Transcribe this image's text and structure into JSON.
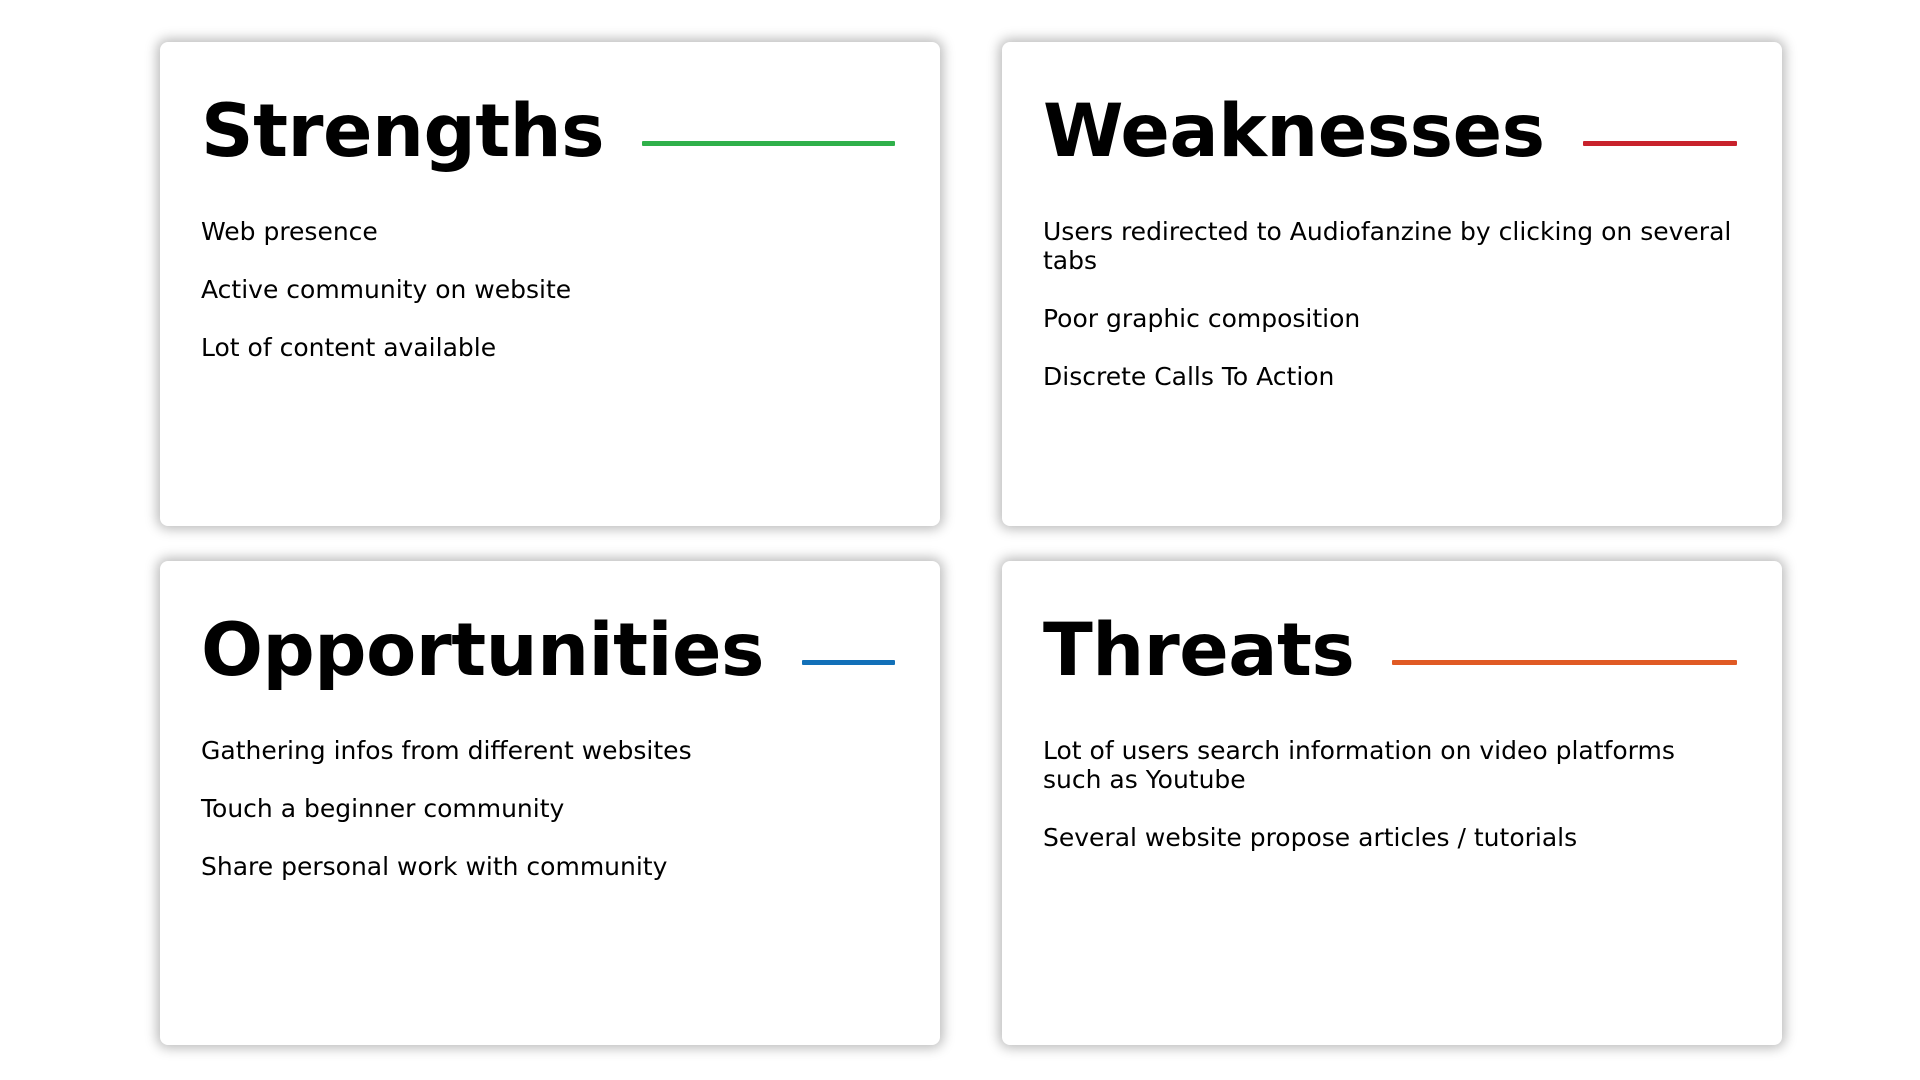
{
  "swot": [
    {
      "title": "Strengths",
      "accent_color": "#2fb04a",
      "items": [
        "Web presence",
        "Active community on website",
        "Lot of content available"
      ]
    },
    {
      "title": "Weaknesses",
      "accent_color": "#c8222c",
      "items": [
        "Users redirected to Audiofanzine by clicking on several tabs",
        "Poor graphic composition",
        "Discrete Calls To Action"
      ]
    },
    {
      "title": "Opportunities",
      "accent_color": "#1270b8",
      "items": [
        "Gathering infos from different websites",
        "Touch a beginner community",
        "Share personal work with community"
      ]
    },
    {
      "title": "Threats",
      "accent_color": "#e05a24",
      "items": [
        "Lot of users search information on video platforms such as Youtube",
        "Several website propose articles / tutorials"
      ]
    }
  ]
}
